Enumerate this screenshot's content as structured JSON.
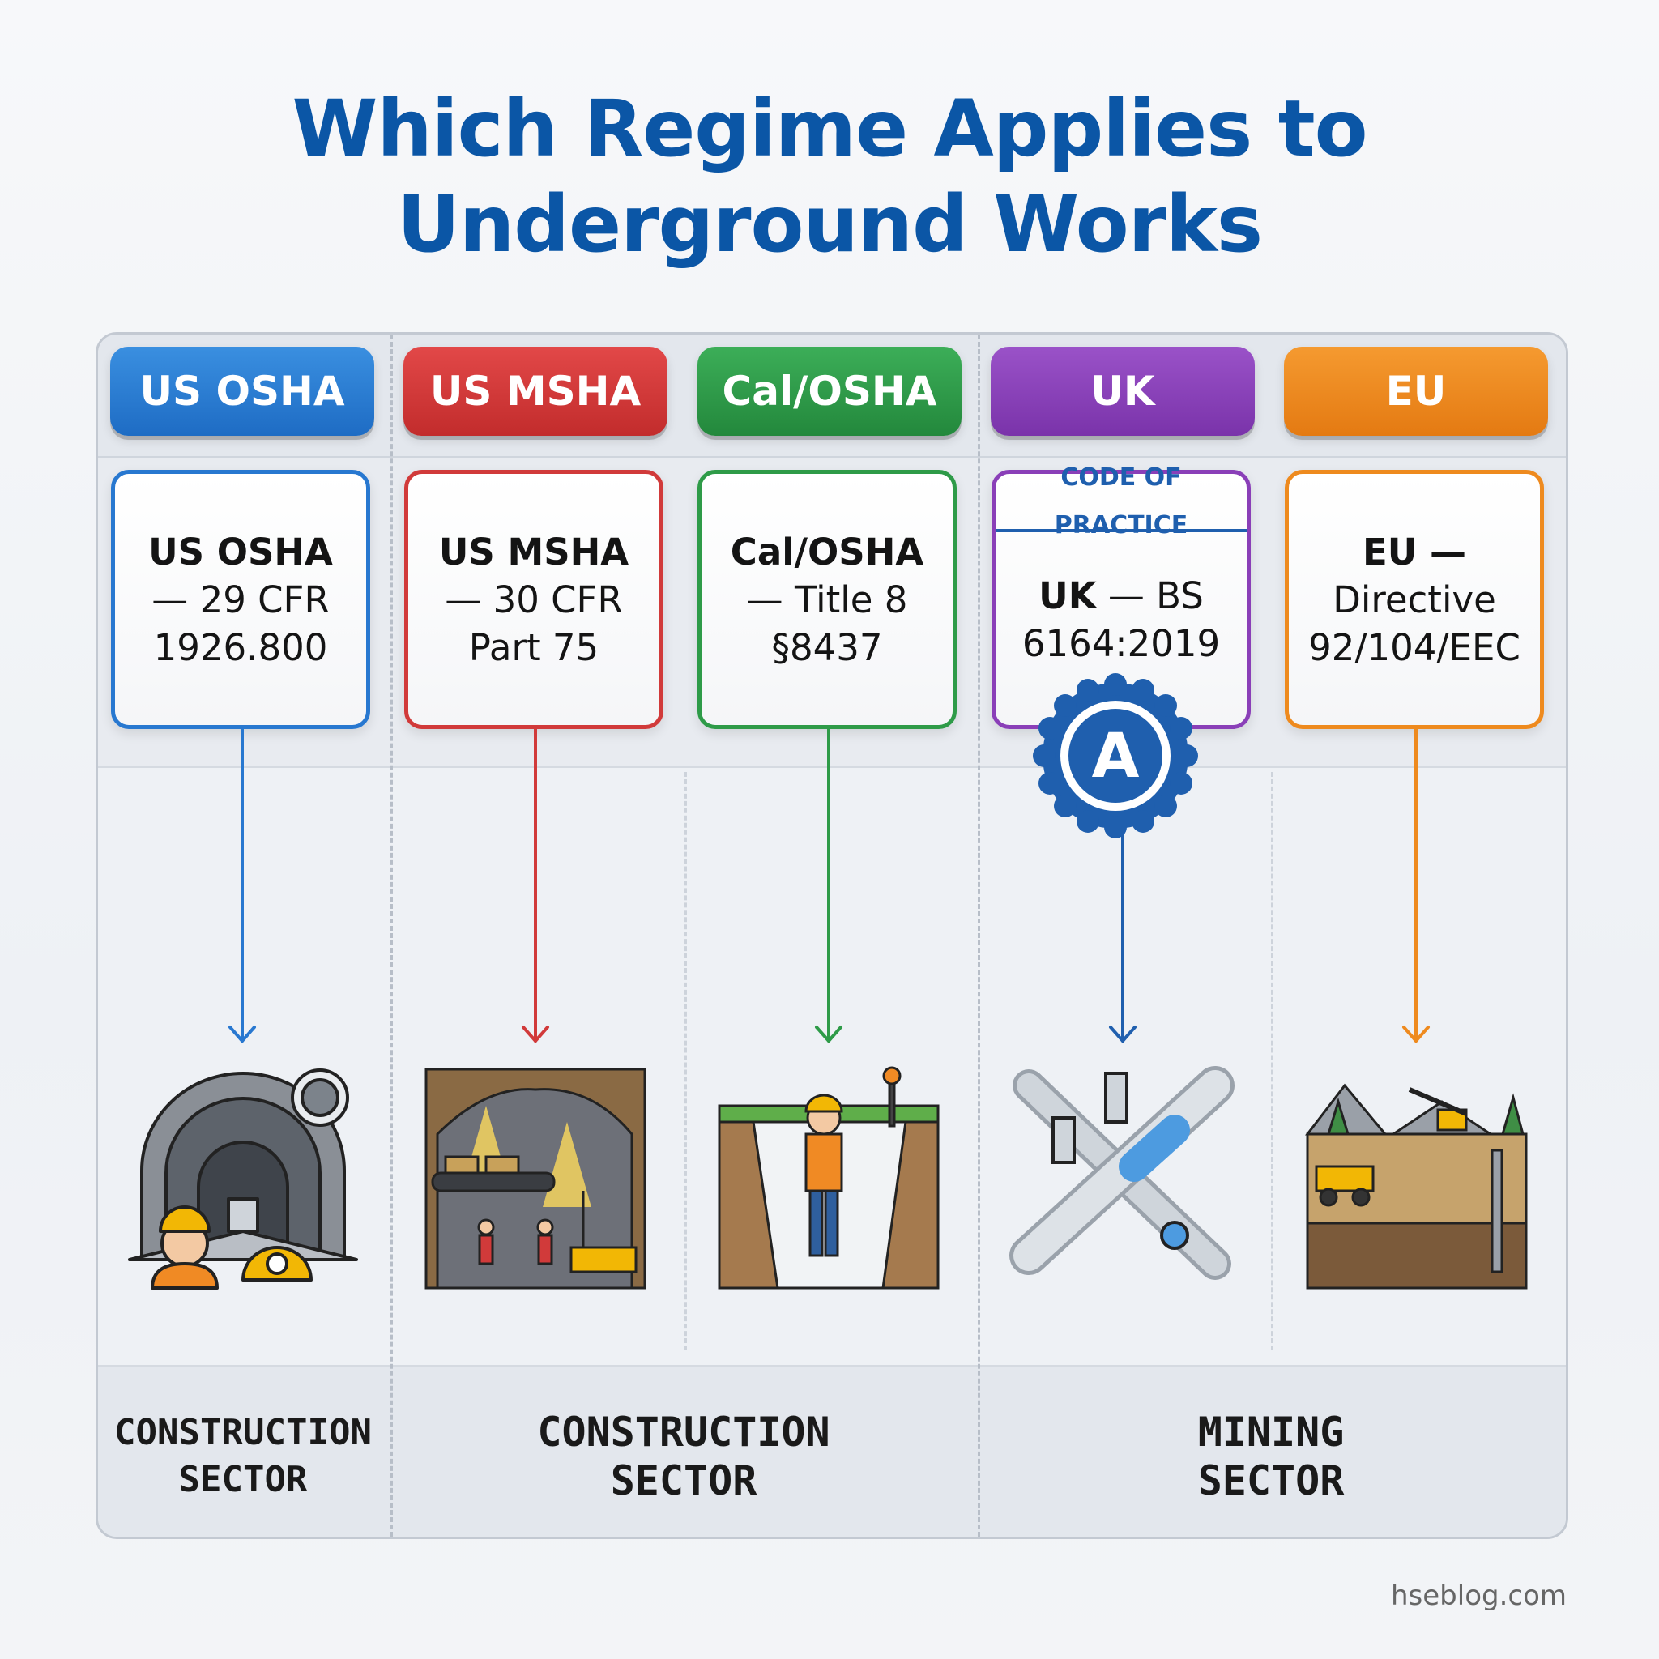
{
  "title": {
    "line1": "Which Regime Applies to",
    "line2": "Underground Works"
  },
  "columns": [
    {
      "regime": "US OSHA",
      "reference": "US OSHA\n— 29 CFR\n1926.800",
      "color": "#2878d0",
      "illustration": "tunnel-workers-icon"
    },
    {
      "regime": "US MSHA",
      "reference": "US MSHA\n— 30 CFR\nPart 75",
      "color": "#d13a3a",
      "illustration": "underground-mine-icon"
    },
    {
      "regime": "Cal/OSHA",
      "reference": "Cal/OSHA\n— Title 8\n§8437",
      "color": "#2e9b48",
      "illustration": "trench-worker-icon"
    },
    {
      "regime": "UK",
      "reference": "UK — BS\n6164:2019",
      "tag": "CODE OF PRACTICE",
      "badge": "A",
      "color": "#8a3fb8",
      "illustration": "pipeline-icon"
    },
    {
      "regime": "EU",
      "reference": "EU —\nDirective\n92/104/EEC",
      "color": "#ee8a1e",
      "illustration": "mining-site-icon"
    }
  ],
  "sectors": [
    {
      "label": "CONSTRUCTION\nSECTOR"
    },
    {
      "label": "CONSTRUCTION\nSECTOR"
    },
    {
      "label": "MINING\nSECTOR"
    }
  ],
  "source": "hseblog.com"
}
